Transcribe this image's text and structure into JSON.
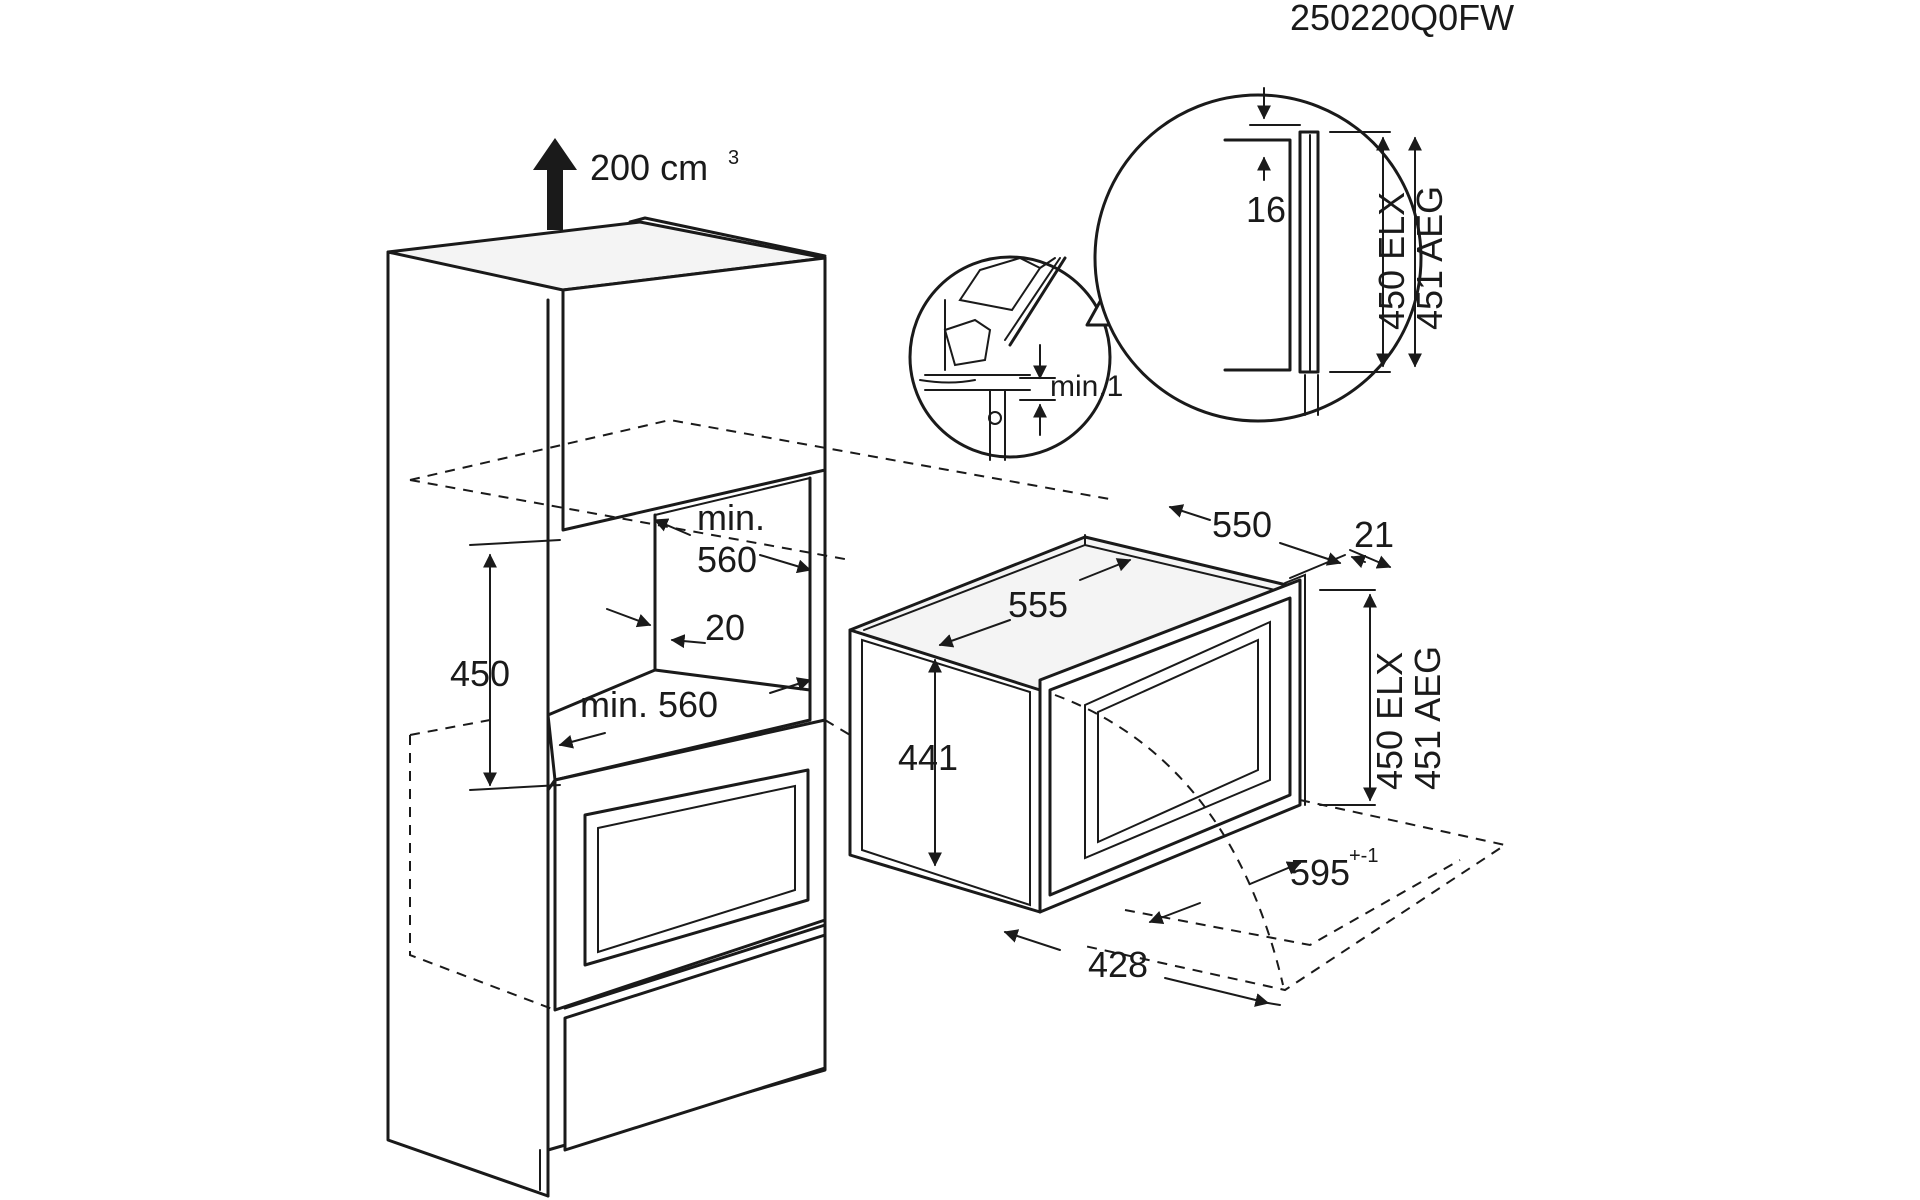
{
  "code": "250220Q0FW",
  "vent": {
    "value": "200 cm",
    "sup": "3"
  },
  "cabinet": {
    "dim_min_560_top_a": "min.",
    "dim_min_560_top_b": "560",
    "dim_20": "20",
    "dim_450": "450",
    "dim_min_560_bottom": "min. 560"
  },
  "appliance": {
    "dim_550": "550",
    "dim_21": "21",
    "dim_555": "555",
    "dim_441": "441",
    "dim_450_elx": "450 ELX",
    "dim_451_aeg": "451 AEG",
    "dim_595": "595",
    "dim_595_tol": "+-1",
    "dim_428": "428"
  },
  "detail_clearance": {
    "label": "min.1"
  },
  "detail_front": {
    "dim_16": "16",
    "dim_450_elx": "450 ELX",
    "dim_451_aeg": "451 AEG"
  }
}
